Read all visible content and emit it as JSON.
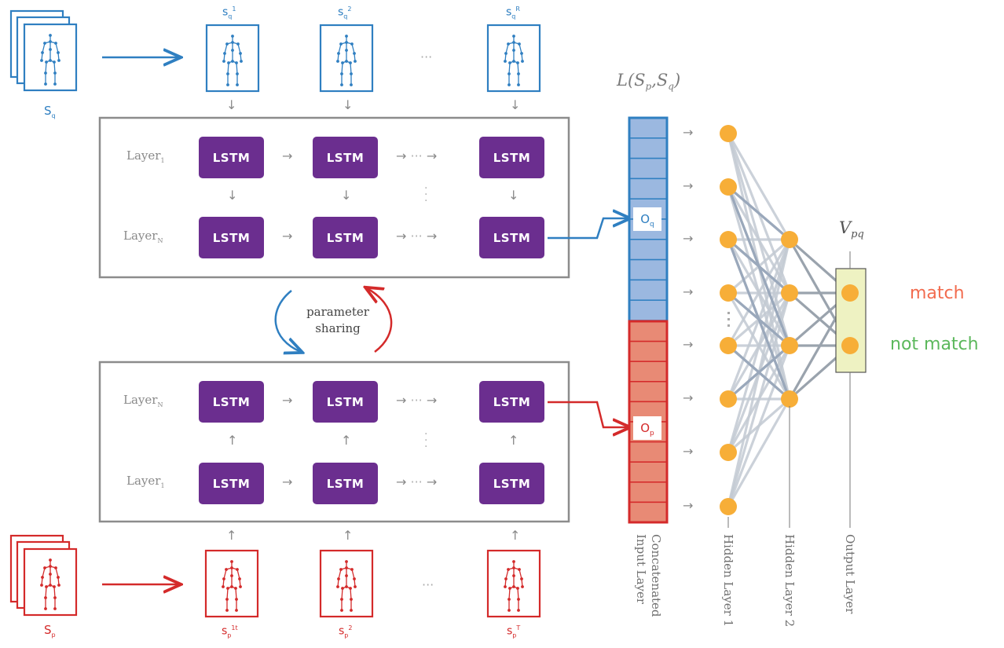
{
  "sequences": {
    "query": {
      "stack_label": "S",
      "stack_sub": "q",
      "frames": [
        {
          "base": "s",
          "sub": "q",
          "sup": "1"
        },
        {
          "base": "s",
          "sub": "q",
          "sup": "2"
        },
        {
          "base": "s",
          "sub": "q",
          "sup": "R"
        }
      ],
      "ellipsis": "···"
    },
    "probe": {
      "stack_label": "S",
      "stack_sub": "p",
      "frames": [
        {
          "base": "s",
          "sub": "p",
          "sup": "1t"
        },
        {
          "base": "s",
          "sub": "p",
          "sup": "2"
        },
        {
          "base": "s",
          "sub": "p",
          "sup": "T"
        }
      ],
      "ellipsis": "···"
    }
  },
  "encoder_top": {
    "layer_first": {
      "name": "Layer",
      "sub": "1"
    },
    "layer_last": {
      "name": "Layer",
      "sub": "N"
    }
  },
  "encoder_bottom": {
    "layer_first": {
      "name": "Layer",
      "sub": "N"
    },
    "layer_last": {
      "name": "Layer",
      "sub": "1"
    }
  },
  "lstm_label": "LSTM",
  "parameter_sharing": {
    "line1": "parameter",
    "line2": "sharing"
  },
  "loss_label": "L(S",
  "loss_p": "p",
  "loss_q": "q",
  "o_q": {
    "base": "O",
    "sub": "q"
  },
  "o_p": {
    "base": "O",
    "sub": "p"
  },
  "v_label": {
    "base": "V",
    "sub": "pq"
  },
  "outputs": {
    "match": "match",
    "not_match": "not match"
  },
  "layer_names": {
    "input": [
      "Concatenated",
      "Input Layer"
    ],
    "hidden1": "Hidden Layer 1",
    "hidden2": "Hidden Layer 2",
    "output": "Output Layer"
  },
  "colors": {
    "blue": "#2f7fc1",
    "red": "#d42a2a",
    "lstm": "#6b2e8f",
    "node": "#f7ae38",
    "match": "#f26c4f",
    "not_match": "#5cb85c",
    "input_blue": "#9bb8e0",
    "input_red": "#e88a75",
    "output_box": "#eef2c2"
  }
}
